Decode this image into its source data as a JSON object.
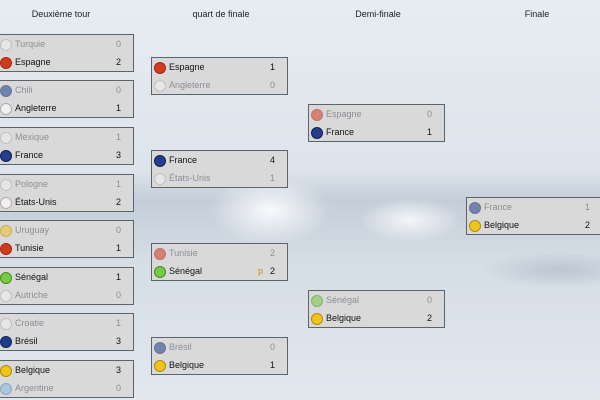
{
  "rounds": [
    "Deuxième tour",
    "quart de finale",
    "Demi-finale",
    "Finale"
  ],
  "round_of_16": [
    {
      "home": {
        "team": "Turquie",
        "score": "0",
        "icon": "turkey-flag-icon",
        "color": "white",
        "result": "lose"
      },
      "away": {
        "team": "Espagne",
        "score": "2",
        "icon": "spain-flag-icon",
        "color": "red",
        "result": "win"
      }
    },
    {
      "home": {
        "team": "Chili",
        "score": "0",
        "icon": "chile-flag-icon",
        "color": "blue",
        "result": "lose"
      },
      "away": {
        "team": "Angleterre",
        "score": "1",
        "icon": "england-flag-icon",
        "color": "white",
        "result": "win"
      }
    },
    {
      "home": {
        "team": "Mexique",
        "score": "1",
        "icon": "mexico-flag-icon",
        "color": "white",
        "result": "lose"
      },
      "away": {
        "team": "France",
        "score": "3",
        "icon": "france-flag-icon",
        "color": "darkblue",
        "result": "win"
      }
    },
    {
      "home": {
        "team": "Pologne",
        "score": "1",
        "icon": "poland-flag-icon",
        "color": "white",
        "result": "lose"
      },
      "away": {
        "team": "États-Unis",
        "score": "2",
        "icon": "usa-flag-icon",
        "color": "white",
        "result": "win"
      }
    },
    {
      "home": {
        "team": "Uruguay",
        "score": "0",
        "icon": "uruguay-flag-icon",
        "color": "yellow",
        "result": "lose"
      },
      "away": {
        "team": "Tunisie",
        "score": "1",
        "icon": "tunisia-flag-icon",
        "color": "red",
        "result": "win"
      }
    },
    {
      "home": {
        "team": "Sénégal",
        "score": "1",
        "icon": "senegal-flag-icon",
        "color": "green",
        "result": "win"
      },
      "away": {
        "team": "Autriche",
        "score": "0",
        "icon": "austria-flag-icon",
        "color": "white",
        "result": "lose"
      }
    },
    {
      "home": {
        "team": "Croatie",
        "score": "1",
        "icon": "croatia-flag-icon",
        "color": "white",
        "result": "lose"
      },
      "away": {
        "team": "Brésil",
        "score": "3",
        "icon": "brazil-flag-icon",
        "color": "blue",
        "result": "win"
      }
    },
    {
      "home": {
        "team": "Belgique",
        "score": "3",
        "icon": "belgium-flag-icon",
        "color": "yellow",
        "result": "win"
      },
      "away": {
        "team": "Argentine",
        "score": "0",
        "icon": "argentina-flag-icon",
        "color": "lightblue",
        "result": "lose"
      }
    }
  ],
  "quarter_finals": [
    {
      "home": {
        "team": "Espagne",
        "score": "1",
        "icon": "spain-flag-icon",
        "color": "red",
        "result": "win"
      },
      "away": {
        "team": "Angleterre",
        "score": "0",
        "icon": "england-flag-icon",
        "color": "white",
        "result": "lose"
      }
    },
    {
      "home": {
        "team": "France",
        "score": "4",
        "icon": "france-flag-icon",
        "color": "darkblue",
        "result": "win"
      },
      "away": {
        "team": "États-Unis",
        "score": "1",
        "icon": "usa-flag-icon",
        "color": "white",
        "result": "lose"
      }
    },
    {
      "home": {
        "team": "Tunisie",
        "score": "2",
        "icon": "tunisia-flag-icon",
        "color": "red",
        "result": "lose"
      },
      "away": {
        "team": "Sénégal",
        "score": "2",
        "penalty": "p",
        "icon": "senegal-flag-icon",
        "color": "green",
        "result": "win"
      }
    },
    {
      "home": {
        "team": "Brésil",
        "score": "0",
        "icon": "brazil-flag-icon",
        "color": "blue",
        "result": "lose"
      },
      "away": {
        "team": "Belgique",
        "score": "1",
        "icon": "belgium-flag-icon",
        "color": "yellow",
        "result": "win"
      }
    }
  ],
  "semi_finals": [
    {
      "home": {
        "team": "Espagne",
        "score": "0",
        "icon": "spain-flag-icon",
        "color": "red",
        "result": "lose"
      },
      "away": {
        "team": "France",
        "score": "1",
        "icon": "france-flag-icon",
        "color": "darkblue",
        "result": "win"
      }
    },
    {
      "home": {
        "team": "Sénégal",
        "score": "0",
        "icon": "senegal-flag-icon",
        "color": "green",
        "result": "lose"
      },
      "away": {
        "team": "Belgique",
        "score": "2",
        "icon": "belgium-flag-icon",
        "color": "yellow",
        "result": "win"
      }
    }
  ],
  "final": [
    {
      "home": {
        "team": "France",
        "score": "1",
        "icon": "france-flag-icon",
        "color": "darkblue",
        "result": "lose"
      },
      "away": {
        "team": "Belgique",
        "score": "2",
        "icon": "belgium-flag-icon",
        "color": "yellow",
        "result": "win"
      }
    }
  ]
}
